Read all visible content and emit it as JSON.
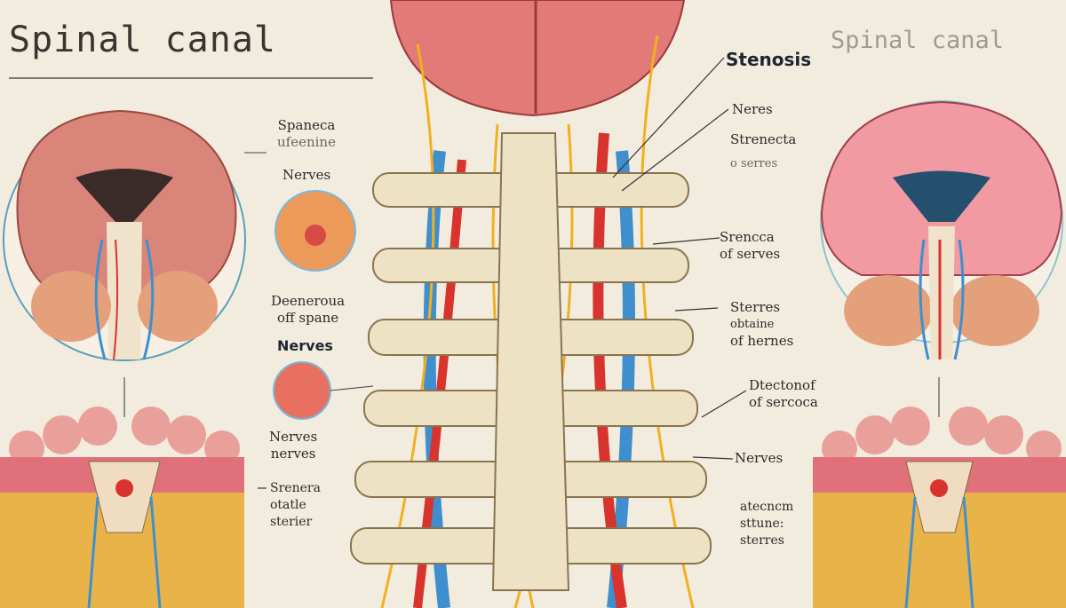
{
  "title_left": "Spinal canal",
  "title_right": "Spinal canal",
  "left_labels": [
    {
      "line1": "Spaneca",
      "line2": "ufeenine"
    },
    {
      "line1": "Nerves"
    },
    {
      "line1": "Deeneroua",
      "line2": "off spane"
    },
    {
      "line1": "Nerves"
    },
    {
      "line1": "Nerves",
      "line2": "nerves"
    },
    {
      "line1": "Srenera",
      "line2": "otatle",
      "line3": "sterier"
    }
  ],
  "right_labels": [
    {
      "line1": "Stenosis"
    },
    {
      "line1": "Neres"
    },
    {
      "line1": "Strenecta",
      "line2": "o serres"
    },
    {
      "line1": "Srencca",
      "line2": "of serves"
    },
    {
      "line1": "Sterres",
      "line2": "obtaine",
      "line3": "of hernes"
    },
    {
      "line1": "Dtectonof",
      "line2": "of sercoca"
    },
    {
      "line1": "Nerves"
    },
    {
      "line1": "atecncm",
      "line2": "sttune:",
      "line3": "sterres"
    }
  ],
  "colors": {
    "background": "#f2ecdf",
    "bone": "#eee2c4",
    "nerve_red": "#d8332c",
    "nerve_blue": "#3f8fcf",
    "nerve_yellow": "#f2b01e",
    "tissue_pink": "#e8908a"
  }
}
